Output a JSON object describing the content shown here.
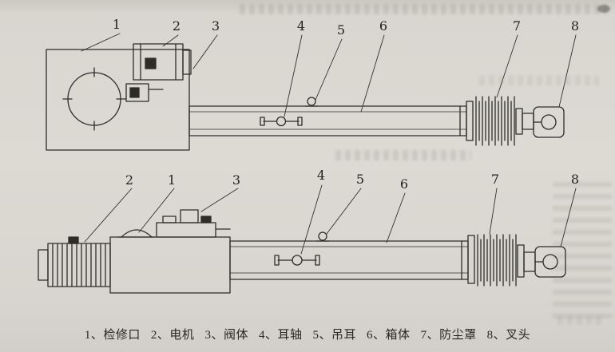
{
  "colors": {
    "paper": "#d9d7d0",
    "ink": "#2e2c27"
  },
  "figure": {
    "top_view": {
      "callouts": [
        "1",
        "2",
        "3",
        "4",
        "5",
        "6",
        "7",
        "8"
      ]
    },
    "bottom_view": {
      "callouts": [
        "2",
        "1",
        "3",
        "4",
        "5",
        "6",
        "7",
        "8"
      ]
    },
    "caption": {
      "separator": "、",
      "items": [
        {
          "num": "1",
          "label": "检修口"
        },
        {
          "num": "2",
          "label": "电机"
        },
        {
          "num": "3",
          "label": "阀体"
        },
        {
          "num": "4",
          "label": "耳轴"
        },
        {
          "num": "5",
          "label": "吊耳"
        },
        {
          "num": "6",
          "label": "箱体"
        },
        {
          "num": "7",
          "label": "防尘罩"
        },
        {
          "num": "8",
          "label": "叉头"
        }
      ]
    }
  }
}
